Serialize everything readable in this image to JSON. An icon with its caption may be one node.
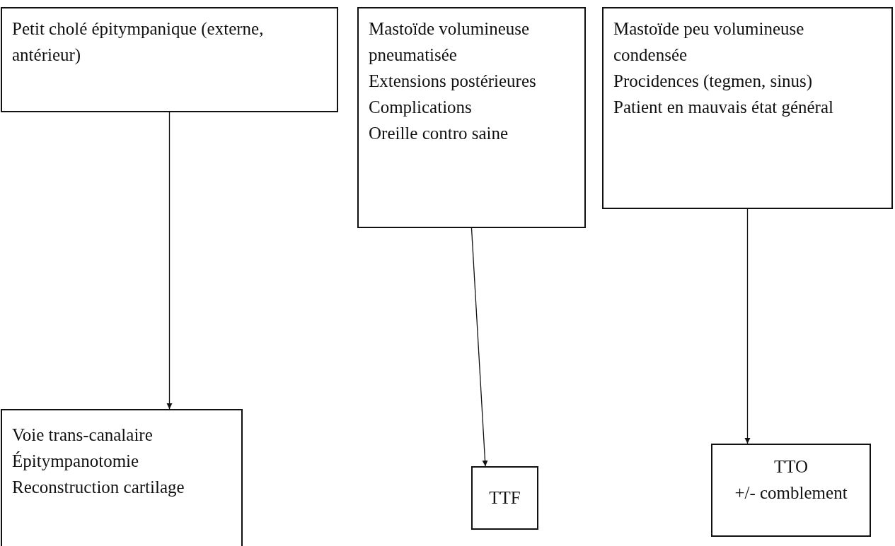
{
  "diagram": {
    "nodes": [
      {
        "text": [
          "Petit cholé épitympanique (externe, antérieur)"
        ]
      },
      {
        "text": [
          "Mastoïde volumineuse pneumatisée",
          "Extensions postérieures",
          "Complications",
          "Oreille contro saine"
        ]
      },
      {
        "text": [
          "Mastoïde peu volumineuse condensée",
          "Procidences (tegmen, sinus)",
          "Patient en mauvais état général"
        ]
      },
      {
        "text": [
          "Voie trans-canalaire",
          "Épitympanotomie",
          "Reconstruction cartilage"
        ]
      },
      {
        "text": [
          "TTF"
        ]
      },
      {
        "text": [
          "TTO",
          "+/- comblement"
        ]
      }
    ],
    "edges": [
      {
        "from": 0,
        "to": 3,
        "arrow": "to"
      },
      {
        "from": 1,
        "to": 4,
        "arrow": "to"
      },
      {
        "from": 2,
        "to": 5,
        "arrow": "to"
      }
    ]
  }
}
